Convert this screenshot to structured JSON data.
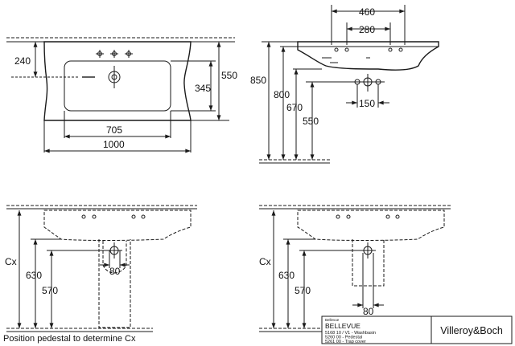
{
  "top_view": {
    "dims": {
      "d240": "240",
      "d550": "550",
      "d345": "345",
      "d705": "705",
      "d1000": "1000"
    }
  },
  "side_view": {
    "dims": {
      "d460": "460",
      "d280": "280",
      "d850": "850",
      "d800": "800",
      "d670": "670",
      "d550": "550",
      "d150": "150"
    }
  },
  "front_left": {
    "dims": {
      "cx": "Cx",
      "d630": "630",
      "d570": "570",
      "d80": "80"
    },
    "note": "Position pedestal to determine Cx"
  },
  "front_right": {
    "dims": {
      "cx": "Cx",
      "d630": "630",
      "d570": "570",
      "d80": "80"
    }
  },
  "title_block": {
    "small_label": "Bellevue",
    "product": "BELLEVUE",
    "lines": [
      "5168 10 / V1 - Washbasin",
      "5260 00 - Pedestal",
      "5261 00 - Trap cover"
    ],
    "brand": "Villeroy&Boch"
  }
}
